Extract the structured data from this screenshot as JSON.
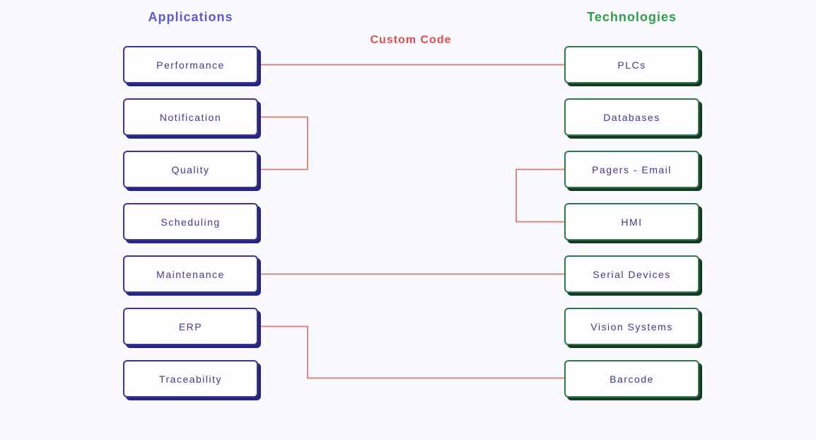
{
  "diagram": {
    "connector_label": "Custom Code",
    "left_column": {
      "header": "Applications",
      "boxes": [
        {
          "label": "Performance"
        },
        {
          "label": "Notification"
        },
        {
          "label": "Quality"
        },
        {
          "label": "Scheduling"
        },
        {
          "label": "Maintenance"
        },
        {
          "label": "ERP"
        },
        {
          "label": "Traceability"
        }
      ]
    },
    "right_column": {
      "header": "Technologies",
      "boxes": [
        {
          "label": "PLCs"
        },
        {
          "label": "Databases"
        },
        {
          "label": "Pagers - Email"
        },
        {
          "label": "HMI"
        },
        {
          "label": "Serial Devices"
        },
        {
          "label": "Vision Systems"
        },
        {
          "label": "Barcode"
        }
      ]
    },
    "connections": [
      {
        "from": "Performance",
        "to": "PLCs"
      },
      {
        "from": "Notification",
        "to": "Quality"
      },
      {
        "from": "Pagers - Email",
        "to": "HMI"
      },
      {
        "from": "Maintenance",
        "to": "Serial Devices"
      },
      {
        "from": "ERP",
        "to": "Barcode"
      }
    ]
  },
  "colors": {
    "applications_header": "#5a5ad8",
    "technologies_header": "#2f9e44",
    "custom_code_label": "#e34d4d",
    "connector_line": "#dd7a6a",
    "app_box_border": "#3434a4",
    "app_box_shadow": "#26267e",
    "tech_box_border": "#2c7a4c",
    "tech_box_shadow": "#173a24",
    "box_text": "#3c3c8c",
    "background": "#f9f9fe"
  }
}
